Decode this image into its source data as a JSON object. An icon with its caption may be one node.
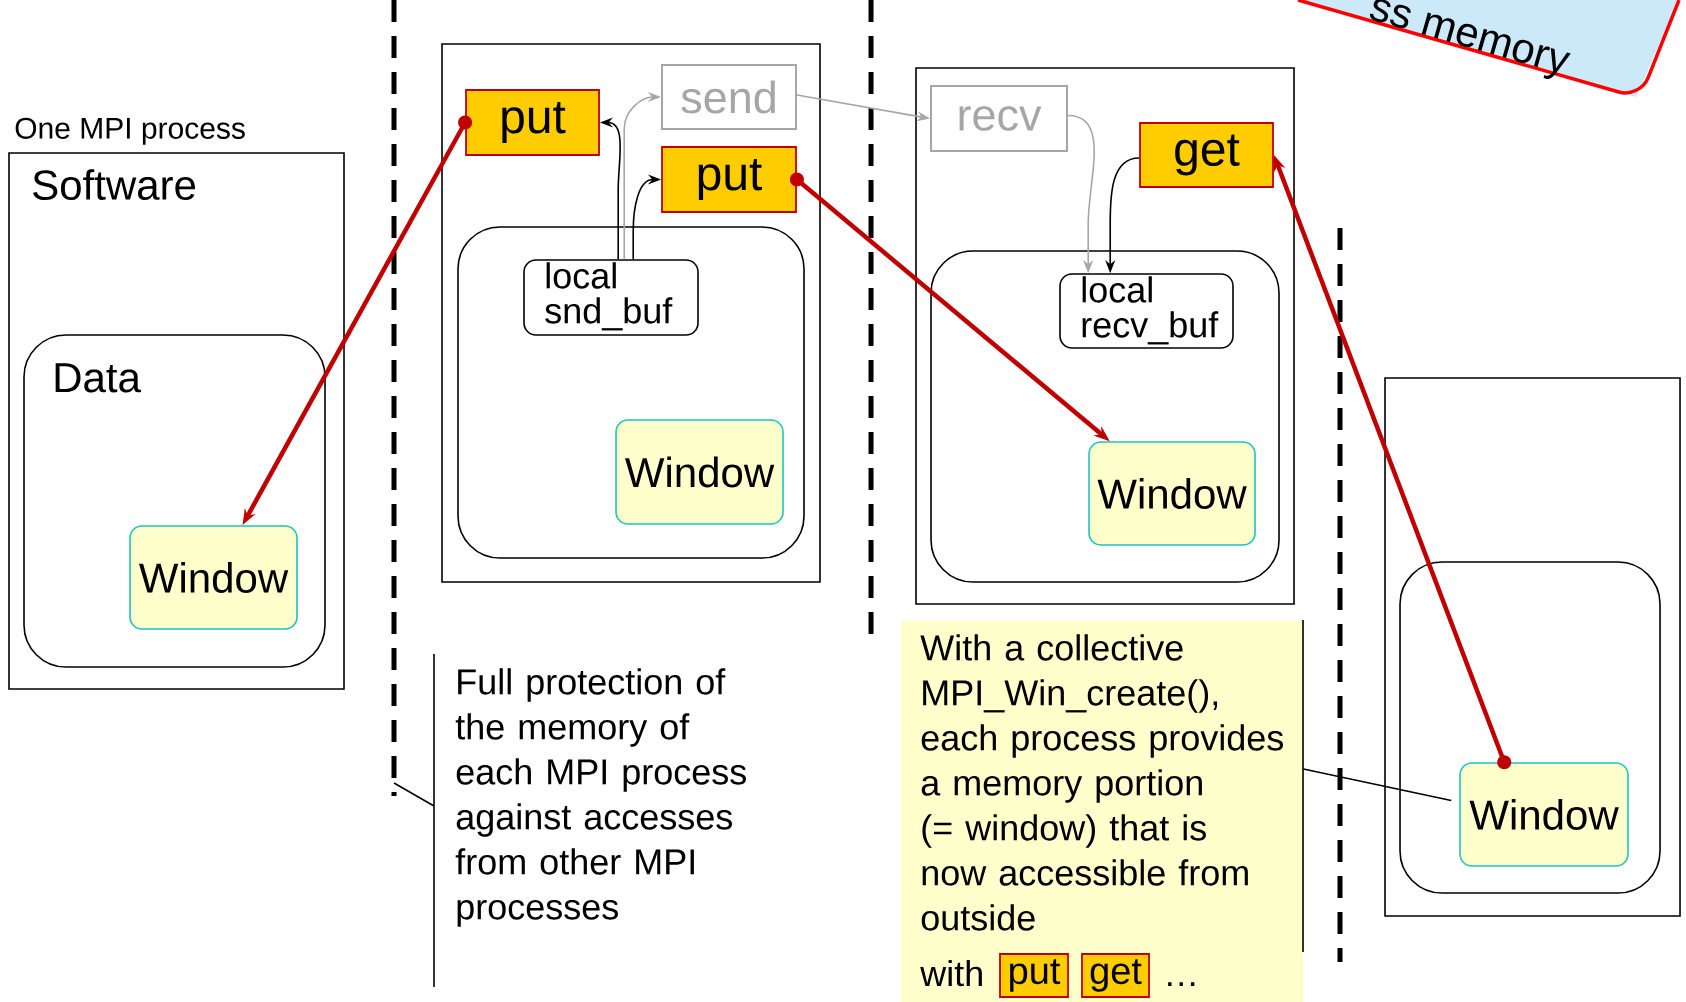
{
  "diagram": {
    "nodes": [
      {
        "text": [
          "One MPI process",
          "Software"
        ]
      },
      {
        "text": [
          "Data"
        ],
        "in": 0
      },
      {
        "text": [
          "Window"
        ],
        "in": 1
      },
      {
        "text": [],
        "shape": "box"
      },
      {
        "text": [
          "put"
        ],
        "in": 3
      },
      {
        "text": [
          "send"
        ],
        "in": 3
      },
      {
        "text": [
          "put"
        ],
        "in": 3
      },
      {
        "text": [],
        "shape": "box",
        "in": 3
      },
      {
        "text": [
          "local snd_buf"
        ],
        "in": 7
      },
      {
        "text": [
          "Window"
        ],
        "in": 7
      },
      {
        "text": [],
        "shape": "box"
      },
      {
        "text": [
          "recv"
        ],
        "in": 10
      },
      {
        "text": [
          "get"
        ],
        "in": 10
      },
      {
        "text": [],
        "shape": "box",
        "in": 10
      },
      {
        "text": [
          "local recv_buf"
        ],
        "in": 13
      },
      {
        "text": [
          "Window"
        ],
        "in": 13
      },
      {
        "text": [],
        "shape": "box"
      },
      {
        "text": [],
        "shape": "box",
        "in": 16
      },
      {
        "text": [
          "Window"
        ],
        "in": 17
      },
      {
        "text": [
          "Full protection of the memory of each MPI process against accesses from other MPI processes"
        ]
      },
      {
        "text": [
          "With a collective MPI_Win_create(), each process provides a memory portion (= window) that is now accessible from outside",
          "with",
          "…"
        ]
      },
      {
        "text": [
          "put"
        ],
        "in": 20
      },
      {
        "text": [
          "get"
        ],
        "in": 20
      },
      {
        "text": [
          "ss memory"
        ]
      }
    ],
    "edges": [
      {
        "from": 4,
        "to": 2,
        "arrow": "to",
        "style": "thick",
        "color": "#c00000"
      },
      {
        "from": 6,
        "to": 15,
        "arrow": "to",
        "style": "thick",
        "color": "#c00000"
      },
      {
        "from": 18,
        "to": 12,
        "arrow": "to",
        "style": "thick",
        "color": "#c00000"
      },
      {
        "from": 8,
        "to": 4,
        "arrow": "to"
      },
      {
        "from": 8,
        "to": 6,
        "arrow": "to"
      },
      {
        "from": 8,
        "to": 5,
        "arrow": "to",
        "color": "#a6a6a6"
      },
      {
        "from": 5,
        "to": 11,
        "arrow": "to",
        "color": "#a6a6a6"
      },
      {
        "from": 11,
        "to": 14,
        "arrow": "to",
        "color": "#a6a6a6"
      },
      {
        "from": 12,
        "to": 14,
        "arrow": "to"
      },
      {
        "from": 20,
        "to": 18,
        "arrow": "none"
      },
      {
        "from": 19,
        "to": null,
        "arrow": "none"
      }
    ]
  }
}
